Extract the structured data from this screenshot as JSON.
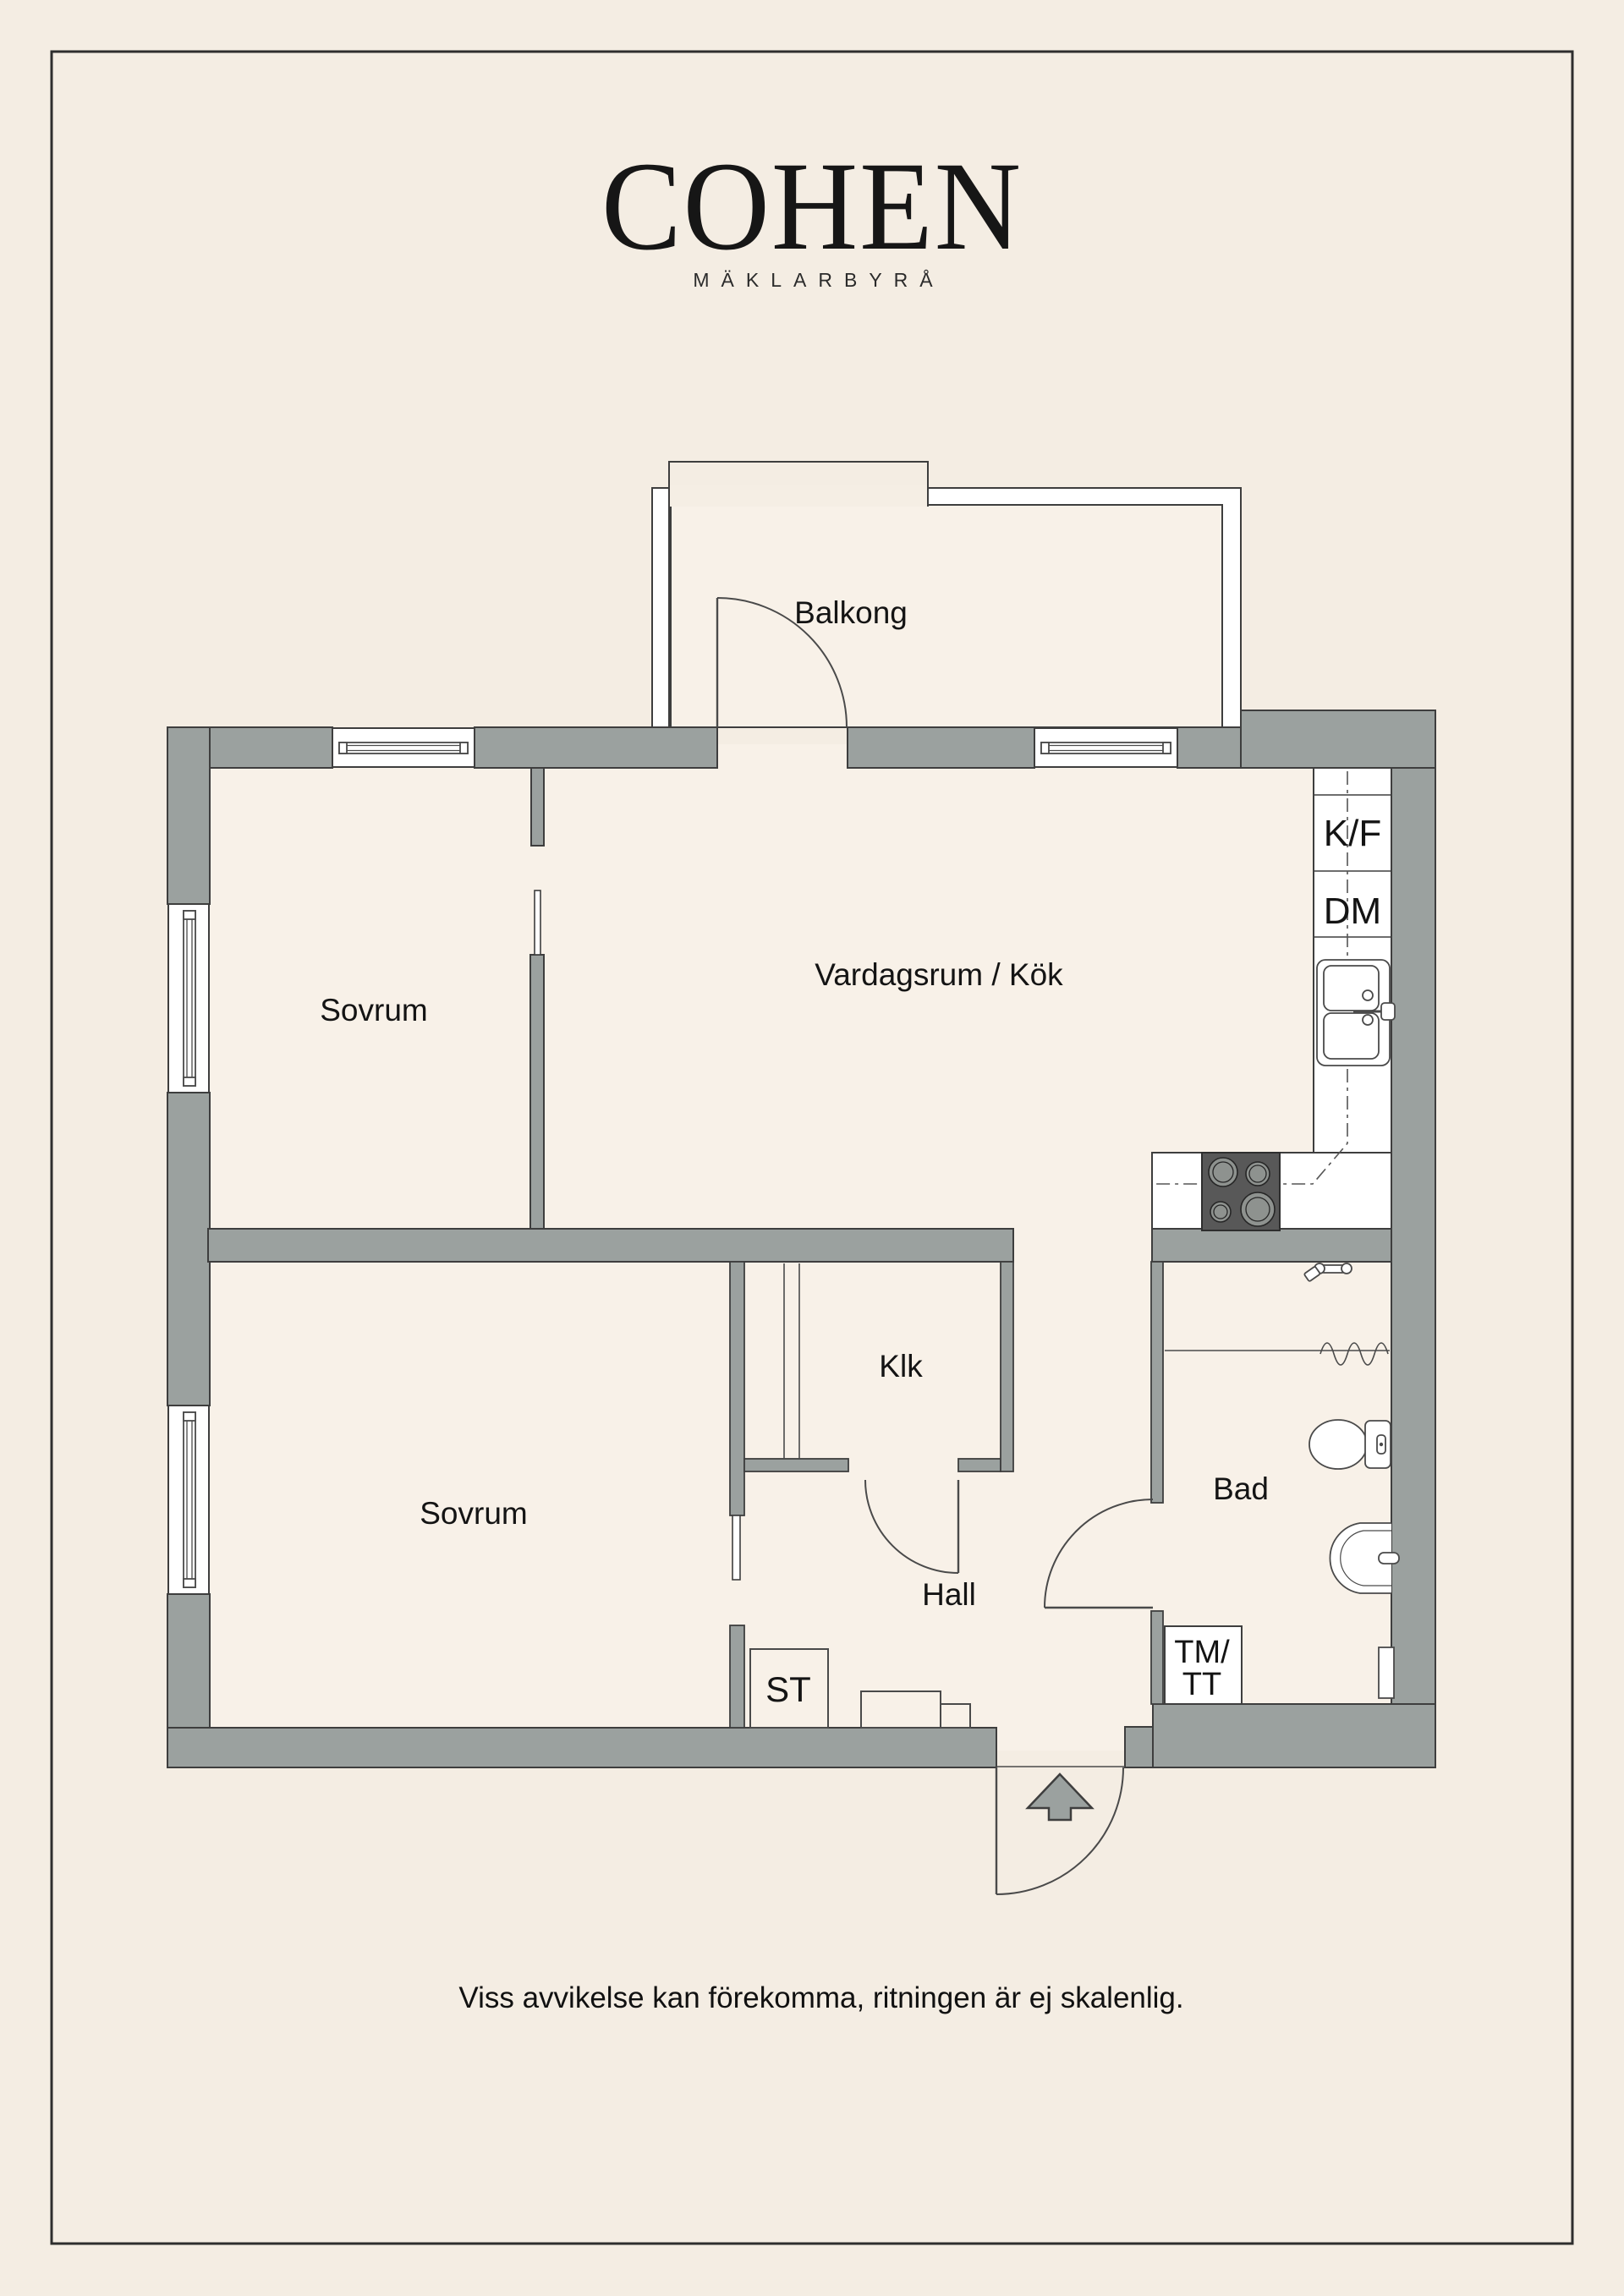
{
  "brand": {
    "name": "COHEN",
    "tagline": "MÄKLARBYRÅ"
  },
  "rooms": {
    "balcony": "Balkong",
    "bedroom1": "Sovrum",
    "living_kitchen": "Vardagsrum / Kök",
    "bedroom2": "Sovrum",
    "closet": "Klk",
    "hall": "Hall",
    "bathroom": "Bad"
  },
  "appliances": {
    "fridge_freezer": "K/F",
    "dishwasher": "DM",
    "washer_line1": "TM/",
    "washer_line2": "TT",
    "storage": "ST"
  },
  "footer": {
    "disclaimer": "Viss avvikelse kan förekomma, ritningen är ej skalenlig."
  },
  "colors": {
    "background": "#f4ede3",
    "floor": "#f8f1e8",
    "wall_gray": "#9ba19f",
    "outline": "#3e3e3e",
    "text": "#141414"
  }
}
